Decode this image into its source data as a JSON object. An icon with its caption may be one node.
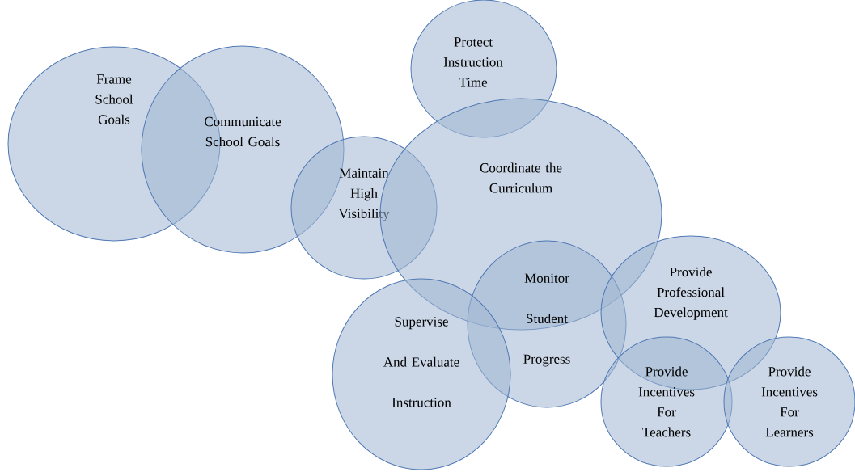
{
  "diagram": {
    "nodes": [
      {
        "text": [
          "Frame School Goals"
        ]
      },
      {
        "text": [
          "Communicate School Goals"
        ]
      },
      {
        "text": [
          "Maintain High Visibility"
        ]
      },
      {
        "text": [
          "Protect Instruction Time"
        ]
      },
      {
        "text": [
          "Coordinate the Curriculum"
        ]
      },
      {
        "text": [
          "Monitor Student Progress"
        ]
      },
      {
        "text": [
          "Supervise And Evaluate Instruction"
        ]
      },
      {
        "text": [
          "Provide Professional Development"
        ]
      },
      {
        "text": [
          "Provide Incentives For Teachers"
        ]
      },
      {
        "text": [
          "Provide Incentives For Learners"
        ]
      }
    ]
  }
}
